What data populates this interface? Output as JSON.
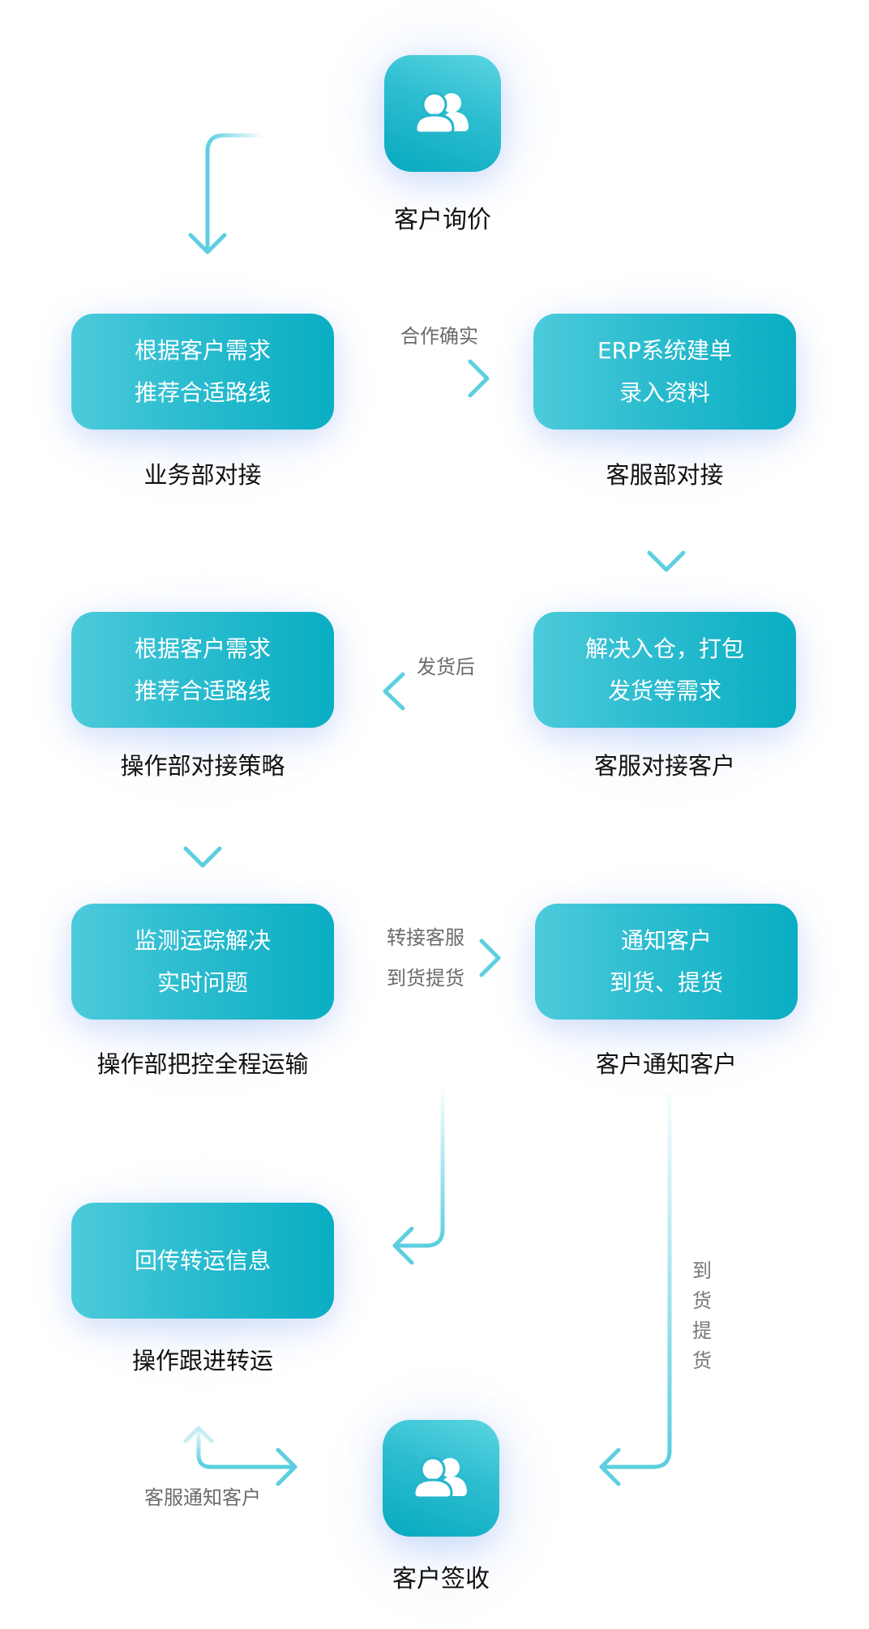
{
  "start": {
    "icon": "users-icon",
    "label": "客户询价"
  },
  "end": {
    "icon": "users-icon",
    "label": "客户签收"
  },
  "steps": [
    {
      "lines": [
        "根据客户需求",
        "推荐合适路线"
      ],
      "caption": "业务部对接"
    },
    {
      "lines": [
        "ERP系统建单",
        "录入资料"
      ],
      "caption": "客服部对接"
    },
    {
      "lines": [
        "根据客户需求",
        "推荐合适路线"
      ],
      "caption": "操作部对接策略"
    },
    {
      "lines": [
        "解决入仓，打包",
        "发货等需求"
      ],
      "caption": "客服对接客户"
    },
    {
      "lines": [
        "监测运踪解决",
        "实时问题"
      ],
      "caption": "操作部把控全程运输"
    },
    {
      "lines": [
        "通知客户",
        "到货、提货"
      ],
      "caption": "客户通知客户"
    },
    {
      "lines": [
        "回传转运信息"
      ],
      "caption": "操作跟进转运"
    }
  ],
  "connectors": {
    "confirm": "合作确实",
    "after_ship": "发货后",
    "transfer": [
      "转接客服",
      "到货提货"
    ],
    "arrival_vertical": [
      "到",
      "货",
      "提",
      "货"
    ],
    "notify": "客服通知客户"
  },
  "colors": {
    "accent": "#2bbccf",
    "accent_dark": "#0aaec3",
    "arrow": "#5ccfe0",
    "caption": "#111111",
    "note": "#6b6b6b"
  }
}
